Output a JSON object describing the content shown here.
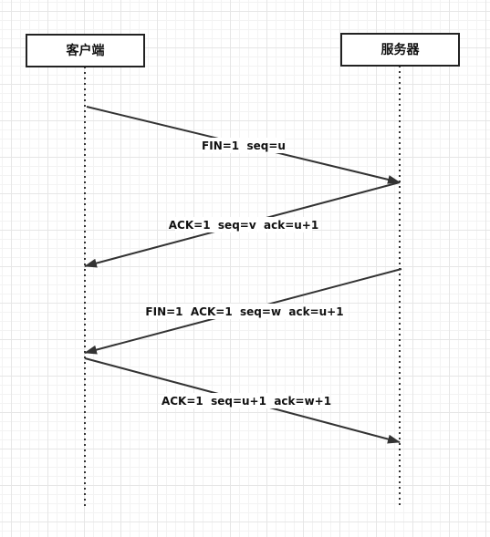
{
  "actors": {
    "client": "客户端",
    "server": "服务器"
  },
  "messages": [
    {
      "label": "FIN=1  seq=u",
      "from": "client",
      "to": "server"
    },
    {
      "label": "ACK=1  seq=v  ack=u+1",
      "from": "server",
      "to": "client"
    },
    {
      "label": "FIN=1  ACK=1  seq=w  ack=u+1",
      "from": "server",
      "to": "client"
    },
    {
      "label": "ACK=1  seq=u+1  ack=w+1",
      "from": "client",
      "to": "server"
    }
  ]
}
